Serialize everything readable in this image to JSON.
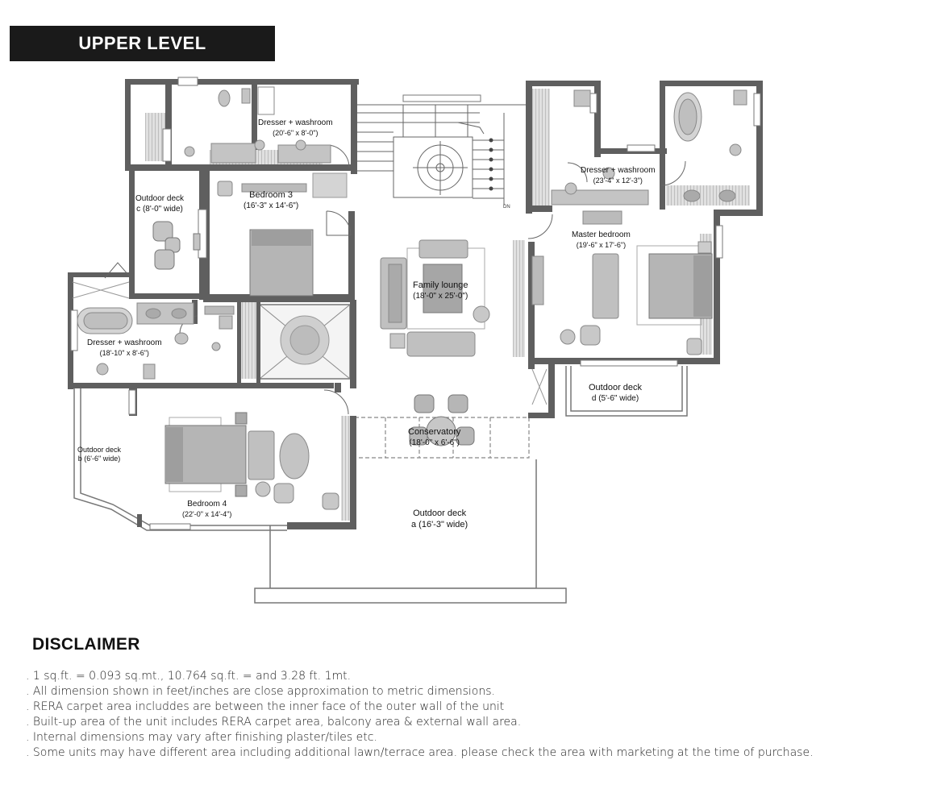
{
  "header": {
    "title": "UPPER LEVEL"
  },
  "rooms": {
    "dresser_top": {
      "name": "Dresser + washroom",
      "dim": "(20'-6\" x 8'-0\")"
    },
    "bedroom3": {
      "name": "Bedroom 3",
      "dim": "(16'-3\" x 14'-6\")"
    },
    "outdoor_c": {
      "name": "Outdoor deck",
      "dim": "c (8'-0\" wide)"
    },
    "family_lounge": {
      "name": "Family lounge",
      "dim": "(18'-0\" x 25'-0\")"
    },
    "dresser_master": {
      "name": "Dresser + washroom",
      "dim": "(23'-4\" x 12'-3\")"
    },
    "master_bedroom": {
      "name": "Master bedroom",
      "dim": "(19'-6\" x 17'-6\")"
    },
    "dresser_left": {
      "name": "Dresser + washroom",
      "dim": "(18'-10\" x 8'-6\")"
    },
    "outdoor_d": {
      "name": "Outdoor deck",
      "dim": "d (5'-6\" wide)"
    },
    "conservatory": {
      "name": "Conservatory",
      "dim": "(18'-0\" x 6'-6\")"
    },
    "outdoor_b": {
      "name": "Outdoor deck",
      "dim": "b (6'-6\" wide)"
    },
    "bedroom4": {
      "name": "Bedroom 4",
      "dim": "(22'-0\" x 14'-4\")"
    },
    "outdoor_a": {
      "name": "Outdoor deck",
      "dim": "a (16'-3\" wide)"
    }
  },
  "stair_mark": "DN",
  "disclaimer": {
    "heading": "DISCLAIMER",
    "items": [
      ". 1 sq.ft. = 0.093 sq.mt., 10.764 sq.ft. = and 3.28 ft. 1mt.",
      ". All dimension shown in feet/inches are close approximation to metric dimensions.",
      ". RERA carpet area includdes are between the inner face of the outer wall of the unit",
      ". Built-up area of the unit includes RERA carpet area, balcony area & external wall area.",
      ". Internal dimensions may vary after finishing plaster/tiles etc.",
      ". Some units may have different area including additional lawn/terrace area. please check the area with marketing at the time of purchase."
    ]
  },
  "colors": {
    "wall": "#5f5f5f",
    "furniture": "#b9b9b9",
    "furniture_dark": "#8f8f8f",
    "title_bg": "#1a1a1a"
  }
}
